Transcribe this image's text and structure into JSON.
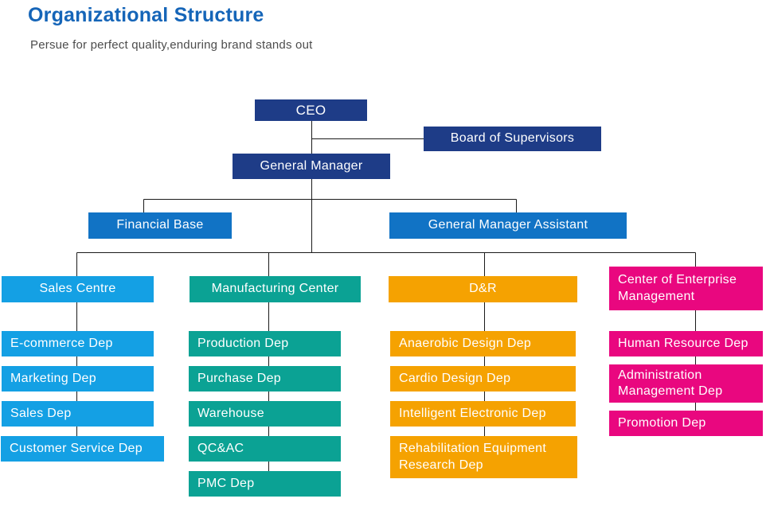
{
  "header": {
    "title": "Organizational Structure",
    "subtitle": "Persue for perfect quality,enduring brand stands out"
  },
  "colors": {
    "title": "#1565B8",
    "subtitle": "#4D4D4D",
    "navy": "#1E3C87",
    "blue": "#1173C5",
    "line": "#1A1A1A",
    "box_text": "#FFFFFF"
  },
  "nodes": {
    "ceo": "CEO",
    "board_of_supervisors": "Board of Supervisors",
    "general_manager": "General Manager",
    "financial_base": "Financial Base",
    "general_manager_assistant": "General Manager Assistant"
  },
  "columns": [
    {
      "header": "Sales Centre",
      "color": "#14A0E4",
      "items": [
        "E-commerce Dep",
        "Marketing Dep",
        "Sales Dep",
        "Customer Service Dep"
      ]
    },
    {
      "header": "Manufacturing Center",
      "color": "#0BA294",
      "items": [
        "Production Dep",
        "Purchase Dep",
        "Warehouse",
        "QC&AC",
        "PMC Dep"
      ]
    },
    {
      "header": "D&R",
      "color": "#F5A201",
      "items": [
        "Anaerobic Design Dep",
        "Cardio Design Dep",
        "Intelligent Electronic Dep",
        "Rehabilitation Equipment Research Dep"
      ]
    },
    {
      "header": "Center of Enterprise Management",
      "color": "#E9077F",
      "items": [
        "Human Resource Dep",
        "Administration Management Dep",
        "Promotion Dep"
      ]
    }
  ]
}
